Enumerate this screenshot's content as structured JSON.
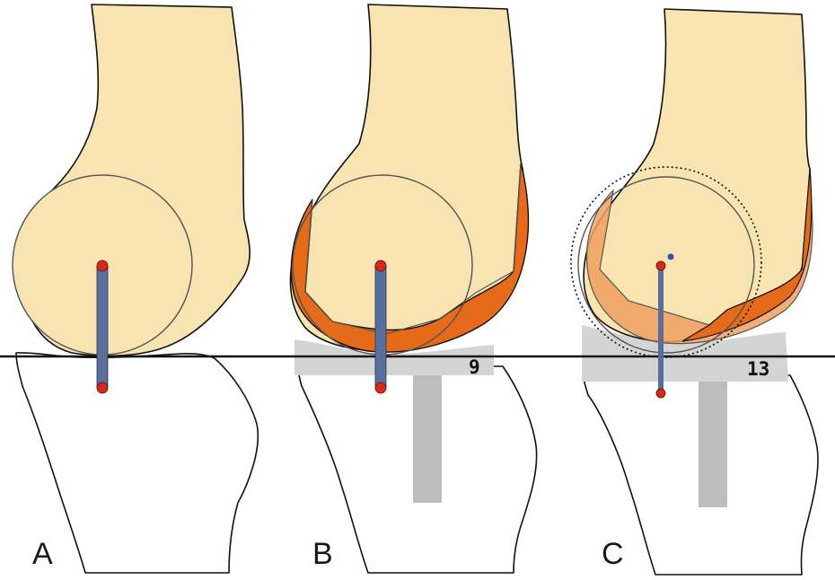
{
  "panels": [
    {
      "id": "A",
      "label": "A",
      "insert_thickness": ""
    },
    {
      "id": "B",
      "label": "B",
      "insert_thickness": "9"
    },
    {
      "id": "C",
      "label": "C",
      "insert_thickness": "13"
    }
  ],
  "colors": {
    "bone_fill": "#f7e4b0",
    "implant_orange": "#e56a1a",
    "implant_translucent": "#f0a060",
    "insert_gray": "#d4d4d4",
    "stem_gray": "#bdbdbd",
    "rod_blue": "#5a6e9c",
    "dot_red": "#d42a1e",
    "dot_blue": "#3050c0",
    "outline": "#111111"
  },
  "icons": {
    "rotation_center": "red-dot",
    "tibial_contact": "red-dot",
    "shifted_center": "blue-dot"
  }
}
